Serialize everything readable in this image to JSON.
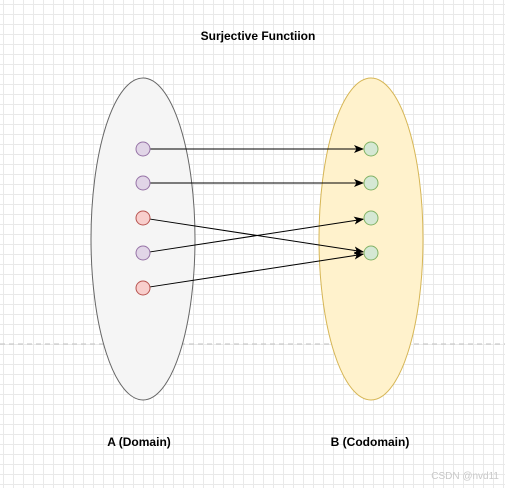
{
  "title": "Surjective Functiion",
  "sets": {
    "domain": {
      "label": "A (Domain)",
      "fill": "#f5f5f5",
      "stroke": "#666666"
    },
    "codomain": {
      "label": "B (Codomain)",
      "fill": "#fff2cc",
      "stroke": "#d6b656"
    }
  },
  "domain_points": [
    {
      "color": "#e1d5e7",
      "stroke": "#9673a6"
    },
    {
      "color": "#e1d5e7",
      "stroke": "#9673a6"
    },
    {
      "color": "#f8cecc",
      "stroke": "#b85450"
    },
    {
      "color": "#e1d5e7",
      "stroke": "#9673a6"
    },
    {
      "color": "#f8cecc",
      "stroke": "#b85450"
    }
  ],
  "codomain_points": [
    {
      "color": "#d5e8d4",
      "stroke": "#82b366"
    },
    {
      "color": "#d5e8d4",
      "stroke": "#82b366"
    },
    {
      "color": "#d5e8d4",
      "stroke": "#82b366"
    },
    {
      "color": "#d5e8d4",
      "stroke": "#82b366"
    }
  ],
  "mappings": [
    {
      "from": 0,
      "to": 0
    },
    {
      "from": 1,
      "to": 1
    },
    {
      "from": 2,
      "to": 3
    },
    {
      "from": 3,
      "to": 2
    },
    {
      "from": 4,
      "to": 3
    }
  ],
  "watermark": "CSDN @nvd11"
}
